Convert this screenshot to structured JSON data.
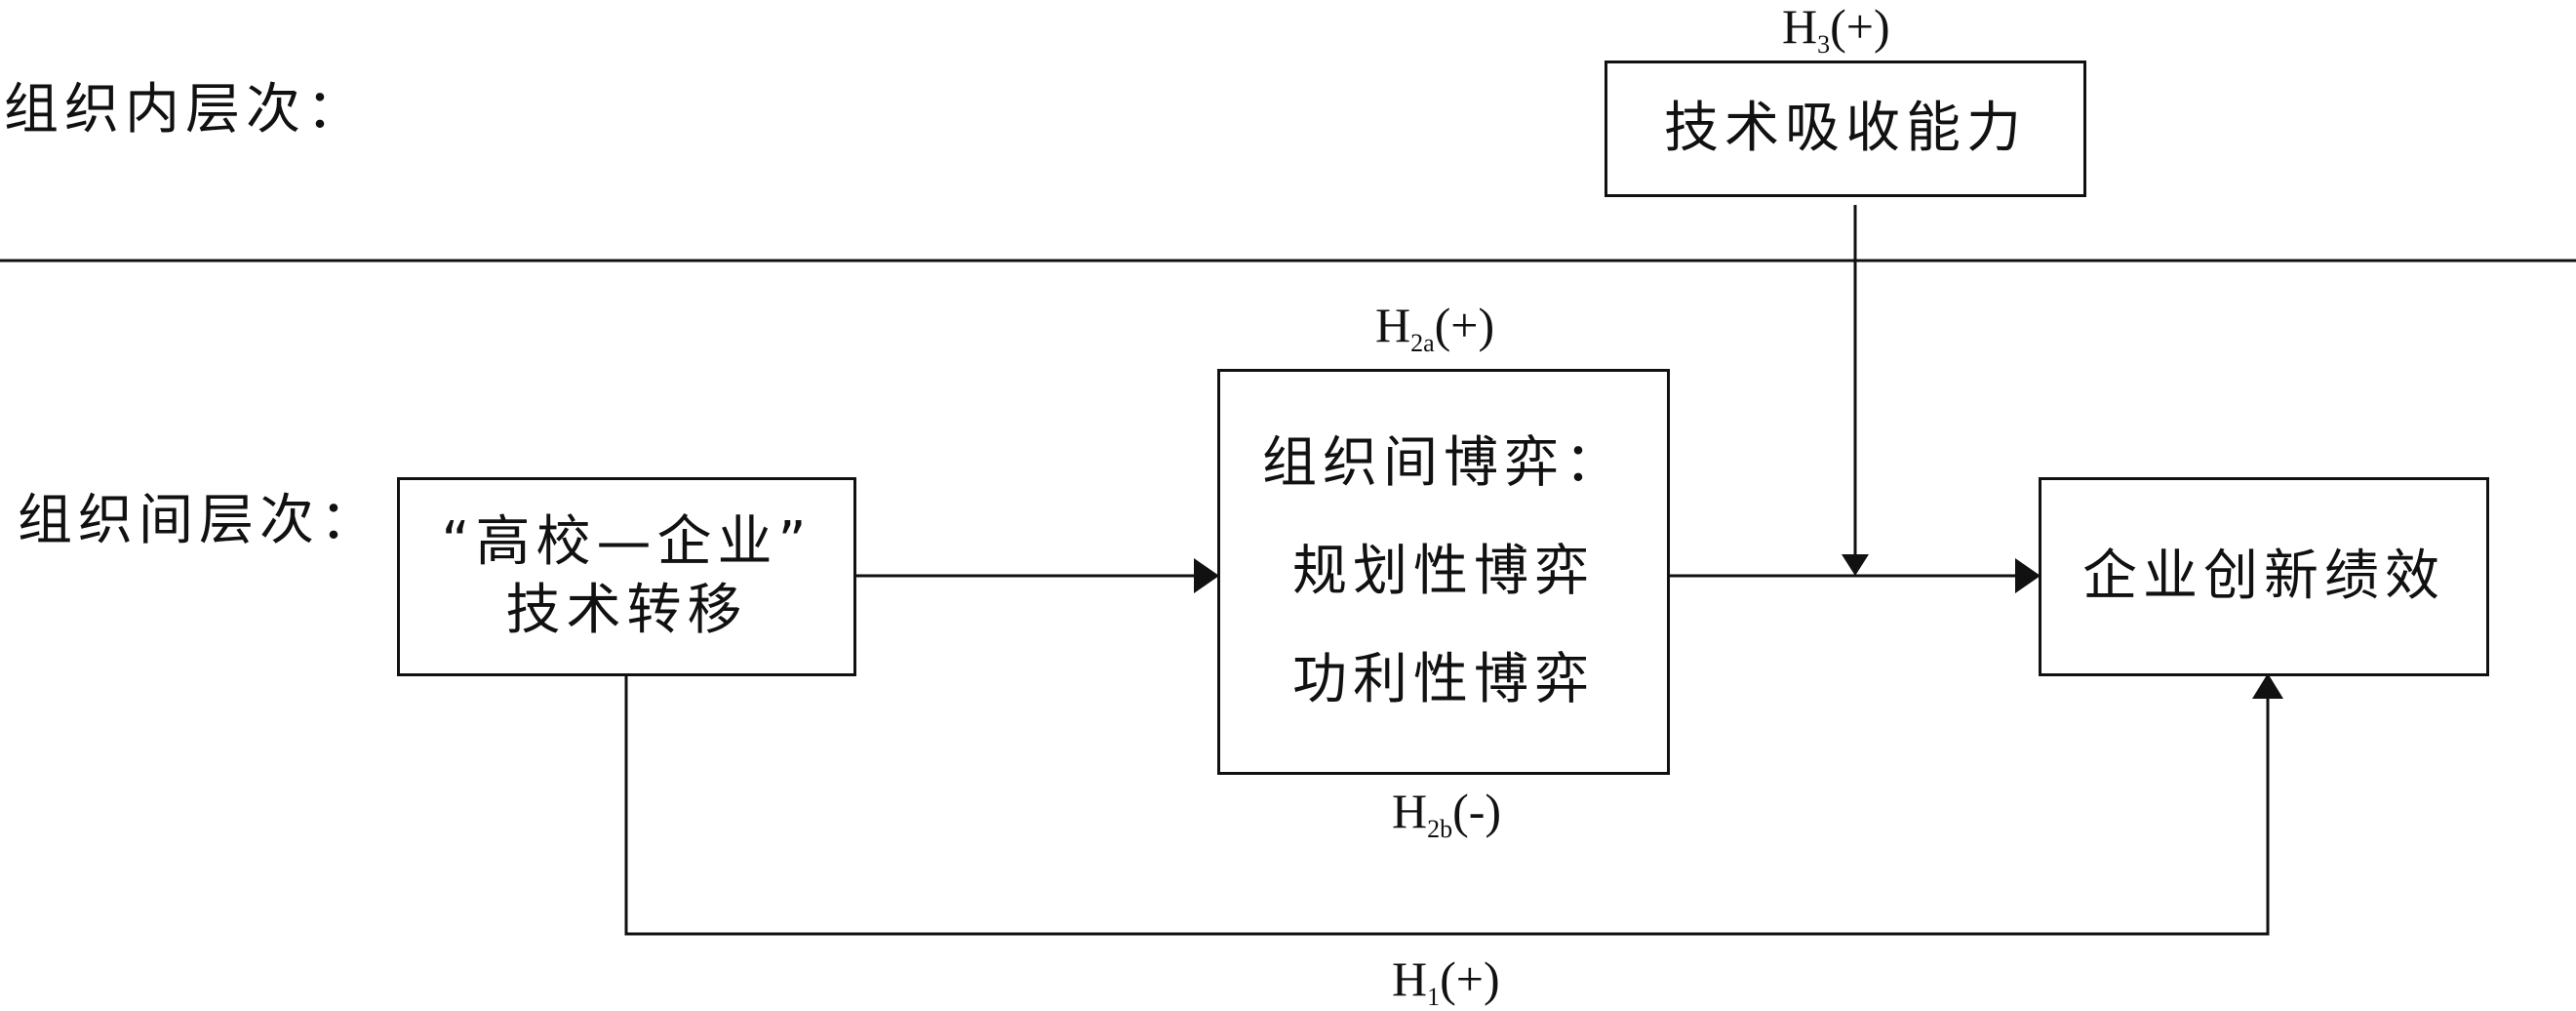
{
  "levels": {
    "intra": "组织内层次：",
    "inter": "组织间层次："
  },
  "boxes": {
    "absorptive": "技术吸收能力",
    "transfer_line1": "“高校—企业”",
    "transfer_line2": "技术转移",
    "game_title": "组织间博弈：",
    "game_planned": "规划性博弈",
    "game_utilitarian": "功利性博弈",
    "performance": "企业创新绩效"
  },
  "hypotheses": {
    "h3": {
      "letter": "H",
      "sub": "3",
      "sign": "(+)"
    },
    "h2a": {
      "letter": "H",
      "sub": "2a",
      "sign": "(+)"
    },
    "h2b": {
      "letter": "H",
      "sub": "2b",
      "sign": "(-)"
    },
    "h1": {
      "letter": "H",
      "sub": "1",
      "sign": "(+)"
    }
  },
  "colors": {
    "line": "#111111",
    "background": "#ffffff"
  }
}
